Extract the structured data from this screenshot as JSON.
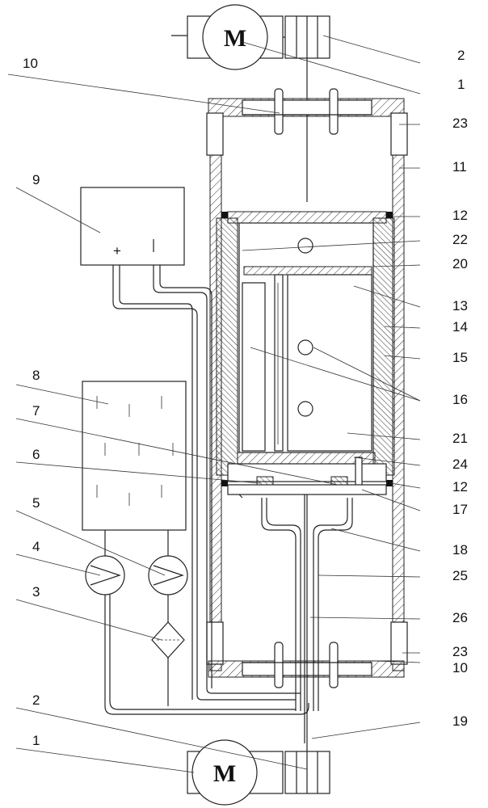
{
  "motor_symbol": "M",
  "motor_symbol_top": "M",
  "labels": {
    "l1_top": "1",
    "l2_top": "2",
    "l10_top": "10",
    "l23_top": "23",
    "l11": "11",
    "l9": "9",
    "l12_top": "12",
    "l22": "22",
    "l20": "20",
    "l13": "13",
    "l14": "14",
    "l15": "15",
    "l16": "16",
    "l8": "8",
    "l21": "21",
    "l7": "7",
    "l24": "24",
    "l6": "6",
    "l12_bot": "12",
    "l17": "17",
    "l5": "5",
    "l4": "4",
    "l18": "18",
    "l25": "25",
    "l3": "3",
    "l26": "26",
    "l23_bot": "23",
    "l10_bot": "10",
    "l19": "19",
    "l2_bot": "2",
    "l1_bot": "1"
  }
}
